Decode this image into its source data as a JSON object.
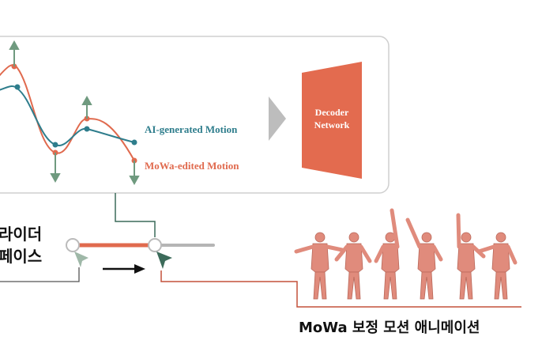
{
  "legend": {
    "ai_motion": "AI-generated Motion",
    "mowa_motion": "MoWa-edited Motion"
  },
  "decoder": {
    "line1": "Decoder",
    "line2": "Network"
  },
  "slider_caption": {
    "line1": "라이더",
    "line2": "페이스"
  },
  "animation_caption": "MoWa 보정 모션 애니메이션",
  "colors": {
    "ai_curve": "#2e7d8c",
    "mowa_curve": "#e06a4e",
    "arrow_green": "#6f9a7f",
    "decoder": "#e36b4f",
    "flow_arrow": "#bdbdbd",
    "figure_skin": "#e08b7c",
    "slider_track": "#e06a4e",
    "slider_rest": "#b5b5b5",
    "handle": "#3c6b5a",
    "connector_red": "#c4513a"
  },
  "icons": {
    "decoder": "decoder-trapezoid-icon",
    "flow": "chevron-right-icon",
    "figures": "human-figure-icon"
  }
}
